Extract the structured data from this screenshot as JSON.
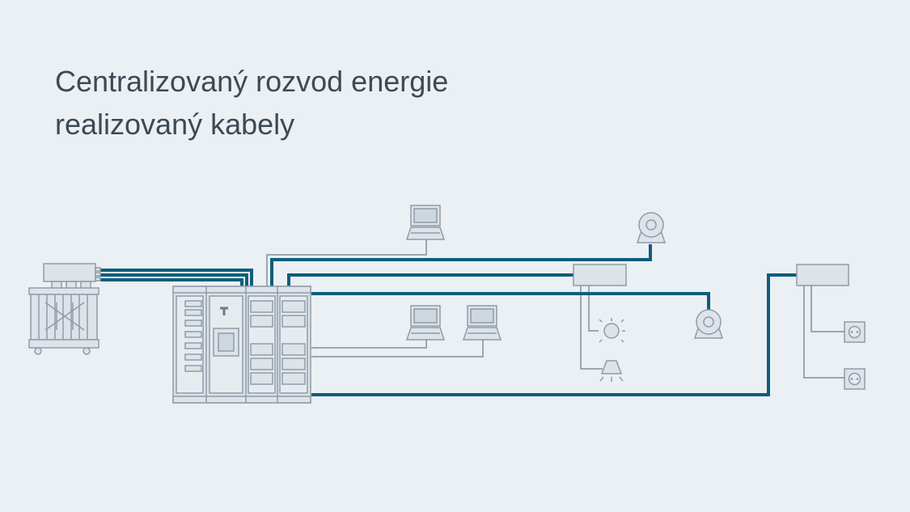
{
  "title": {
    "line1": "Centralizovaný rozvod energie",
    "line2": "realizovaný kabely"
  },
  "colors": {
    "background": "#ebf0f5",
    "power_cable": "#0f5d7c",
    "thin_line": "#9aa7b1",
    "device_fill": "#dde3e9",
    "device_stroke": "#8f9ca7",
    "title_text": "#3c4a55"
  },
  "components": [
    {
      "name": "transformer",
      "icon": "transformer-icon"
    },
    {
      "name": "switchboard",
      "icon": "switchboard-icon"
    },
    {
      "name": "computer",
      "icon": "laptop-icon",
      "count": 3
    },
    {
      "name": "motor",
      "icon": "motor-icon",
      "count": 2
    },
    {
      "name": "distribution-box",
      "icon": "distribution-box-icon",
      "count": 2
    },
    {
      "name": "lamp",
      "icon": "lamp-icon",
      "count": 2
    },
    {
      "name": "socket",
      "icon": "socket-icon",
      "count": 2
    }
  ]
}
